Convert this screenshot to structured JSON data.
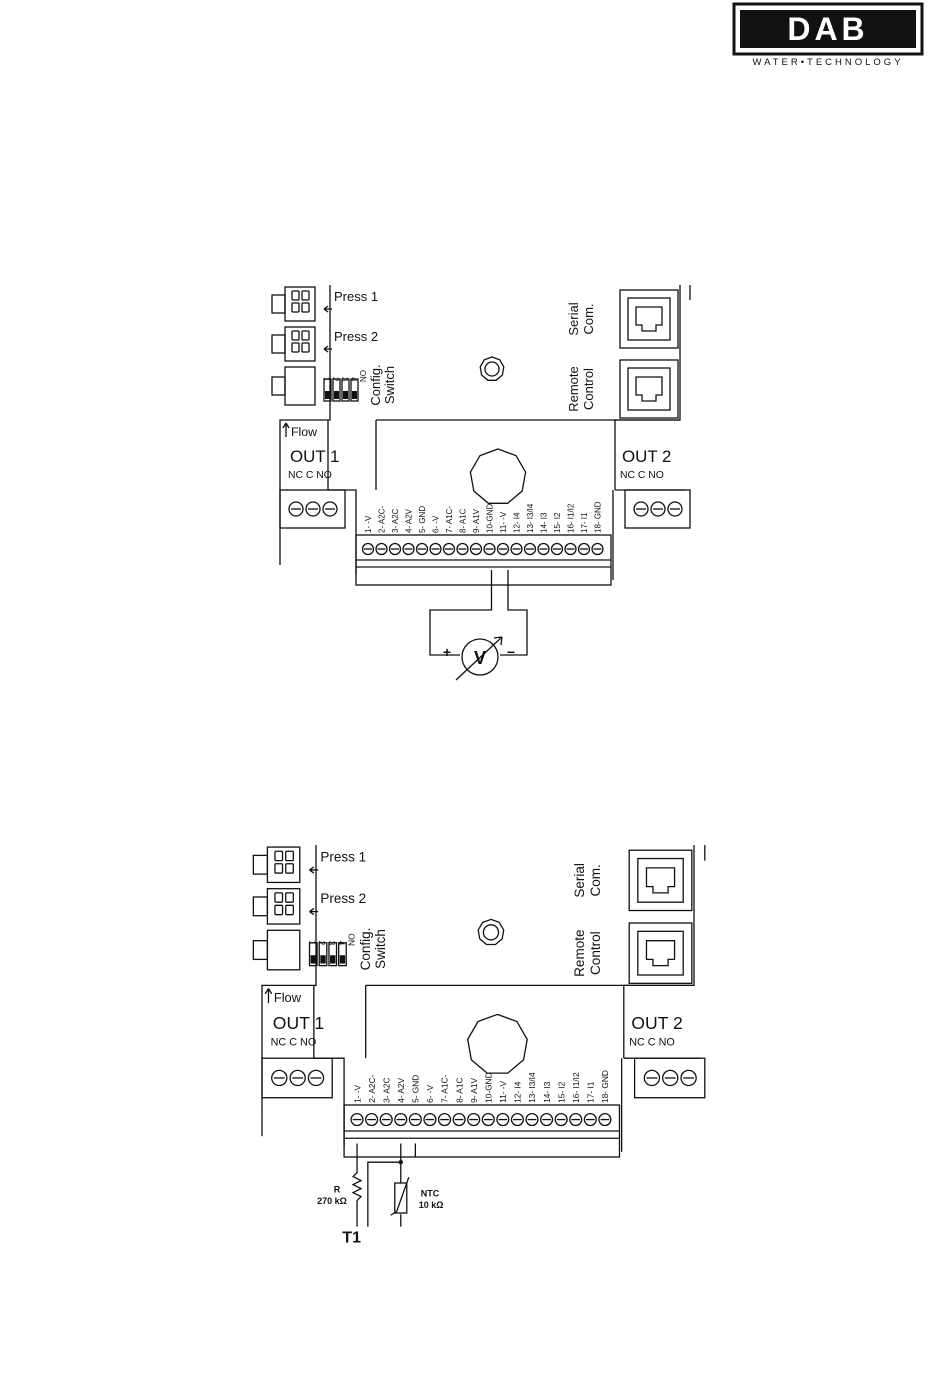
{
  "logo": {
    "brand": "DAB",
    "tagline": "WATER•TECHNOLOGY"
  },
  "terminals": [
    "1- -V",
    "2- A2C-",
    "3- A2C",
    "4- A2V",
    "5- GND",
    "6- -V",
    "7- A1C-",
    "8- A1C",
    "9- A1V",
    "10-GND",
    "11- -V",
    "12- I4",
    "13- I3/I4",
    "14- I3",
    "15- I2",
    "16- I1/I2",
    "17- I1",
    "18- GND"
  ],
  "board": {
    "press1": "Press 1",
    "press2": "Press 2",
    "config_switch": [
      "Config.",
      "Switch"
    ],
    "dip_numbers": [
      "1",
      "2",
      "3",
      "4"
    ],
    "dip_on": "ON",
    "serial": [
      "Serial",
      "Com."
    ],
    "remote": [
      "Remote",
      "Control"
    ],
    "flow": "Flow",
    "out1": "OUT 1",
    "out2": "OUT 2",
    "relay_contacts": "NC C NO"
  },
  "diagram1": {
    "plus": "+",
    "minus": "−",
    "meter": "V"
  },
  "diagram2": {
    "r_label": "R",
    "r_value": "270 kΩ",
    "ntc_label": "NTC",
    "ntc_value": "10 kΩ",
    "caption": "T1"
  }
}
